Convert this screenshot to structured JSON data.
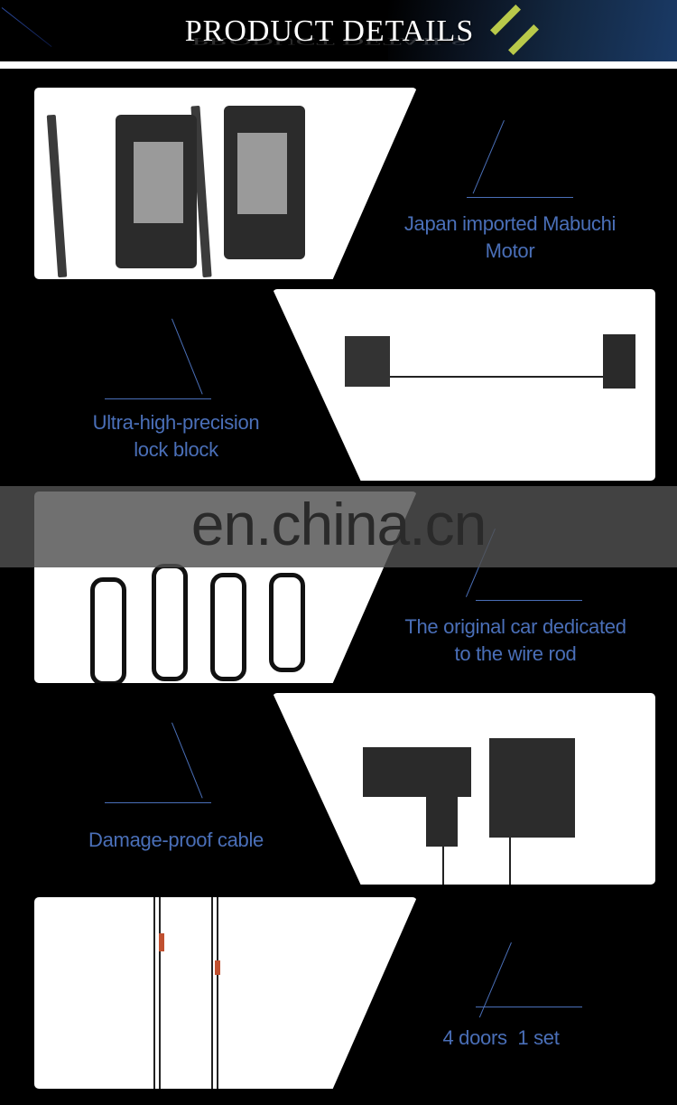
{
  "header": {
    "title": "PRODUCT DETAILS"
  },
  "sections": [
    {
      "caption_line1": "Japan imported Mabuchi",
      "caption_line2": "Motor",
      "image": "door-lock-actuators-pair"
    },
    {
      "caption_line1": "Ultra-high-precision",
      "caption_line2": "lock block",
      "image": "lock-with-cable"
    },
    {
      "caption_line1": "The original car dedicated",
      "caption_line2": "to the wire rod",
      "image": "wiring-harnesses"
    },
    {
      "caption_line1": "Damage-proof cable",
      "caption_line2": "",
      "image": "actuator-modules"
    },
    {
      "caption_line1": "4 doors  1 set",
      "caption_line2": "",
      "image": "cables"
    }
  ],
  "watermark": "en.china.cn",
  "colors": {
    "background": "#000000",
    "caption": "#4a6fb8",
    "accent_arrow": "#b9c94a"
  }
}
